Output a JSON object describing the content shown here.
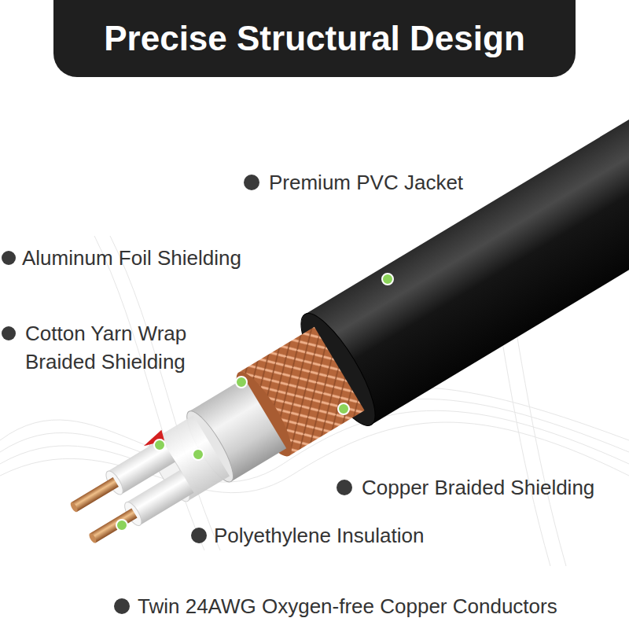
{
  "diagram": {
    "title": "Precise Structural Design",
    "labels": [
      "Premium PVC Jacket",
      "Aluminum Foil Shielding",
      "Cotton Yarn Wrap Braided Shielding",
      "Copper Braided Shielding",
      "Polyethylene Insulation",
      "Twin 24AWG Oxygen-free Copper Conductors"
    ]
  }
}
